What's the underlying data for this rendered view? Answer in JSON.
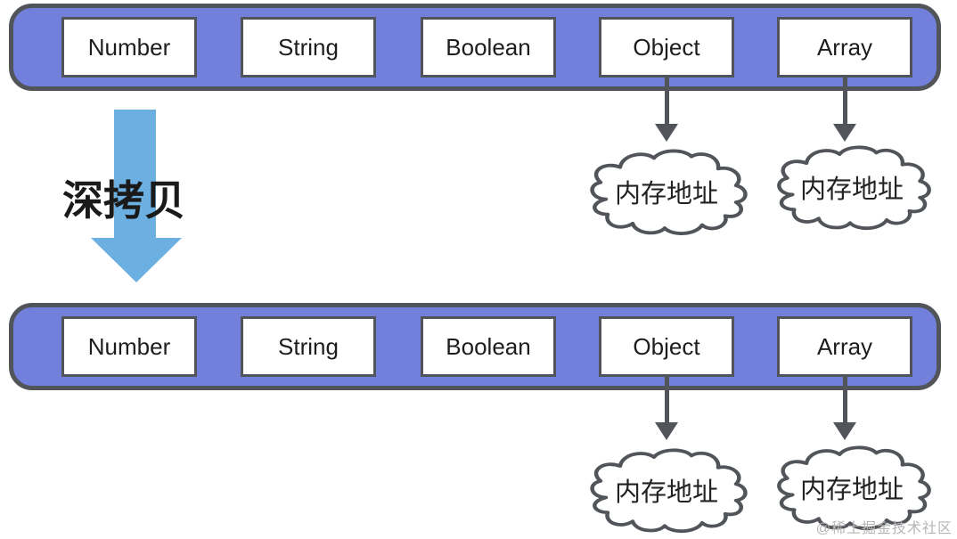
{
  "bars": {
    "top": {
      "items": [
        "Number",
        "String",
        "Boolean",
        "Object",
        "Array"
      ]
    },
    "bottom": {
      "items": [
        "Number",
        "String",
        "Boolean",
        "Object",
        "Array"
      ]
    }
  },
  "arrow_label": "深拷贝",
  "cloud_label": "内存地址",
  "watermark": "@稀土掘金技术社区",
  "colors": {
    "bar_fill": "#7280DC",
    "outline_gray": "#515459",
    "box_fill": "#FFFFFF",
    "arrow_blue": "#6CAFE1",
    "text_dark": "#1D1D1F",
    "watermark_gray": "#B5B5B5"
  }
}
